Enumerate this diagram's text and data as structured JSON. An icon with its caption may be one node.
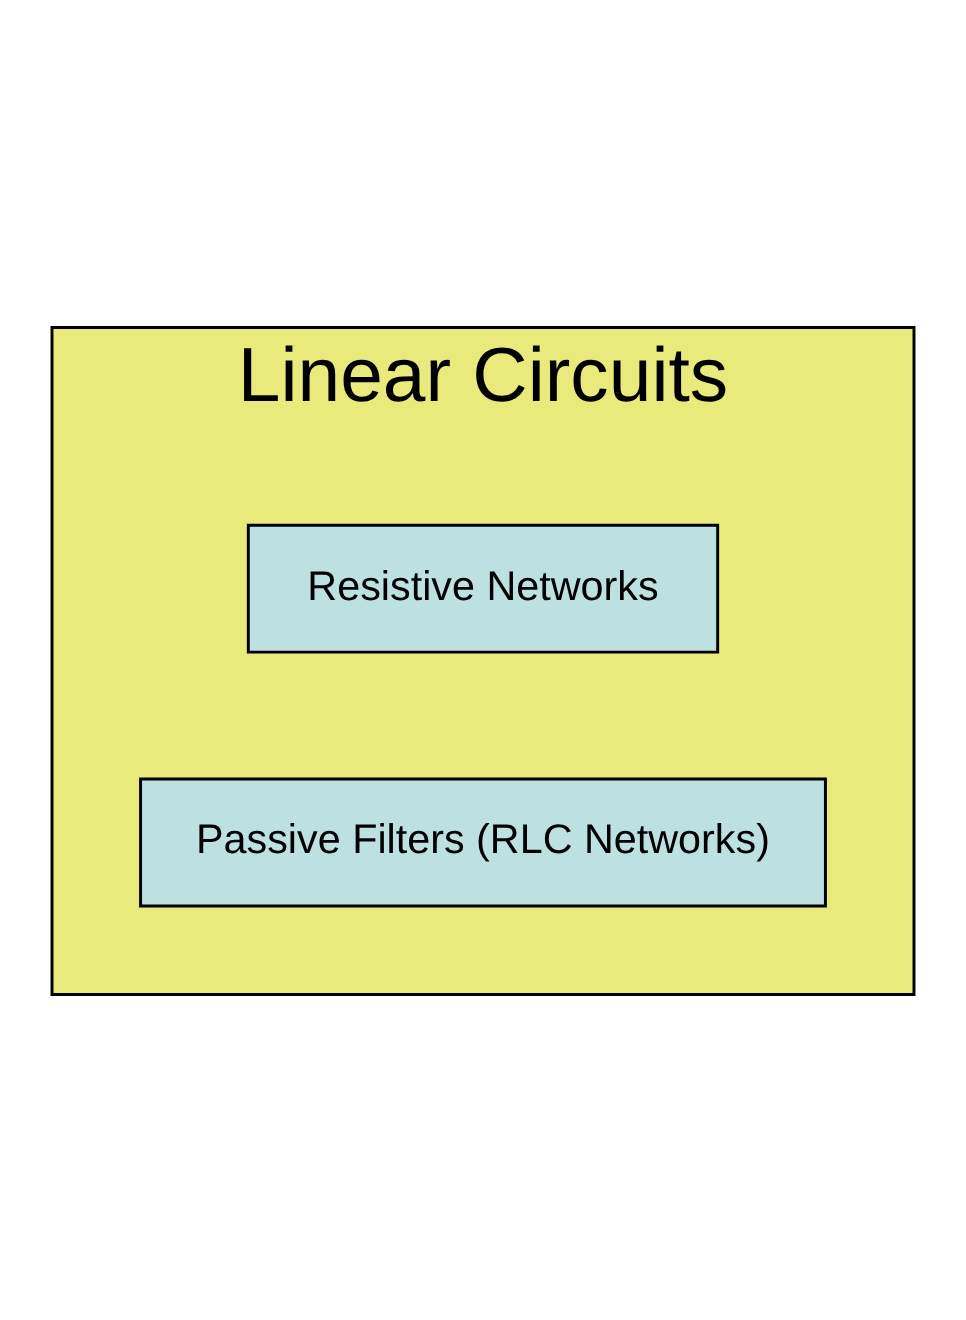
{
  "diagram": {
    "nodes": [
      {
        "text": [
          "Linear Circuits"
        ]
      },
      {
        "text": [
          "Resistive Networks"
        ],
        "in": 0
      },
      {
        "text": [
          "Passive Filters (RLC Networks)"
        ],
        "in": 0
      }
    ]
  }
}
